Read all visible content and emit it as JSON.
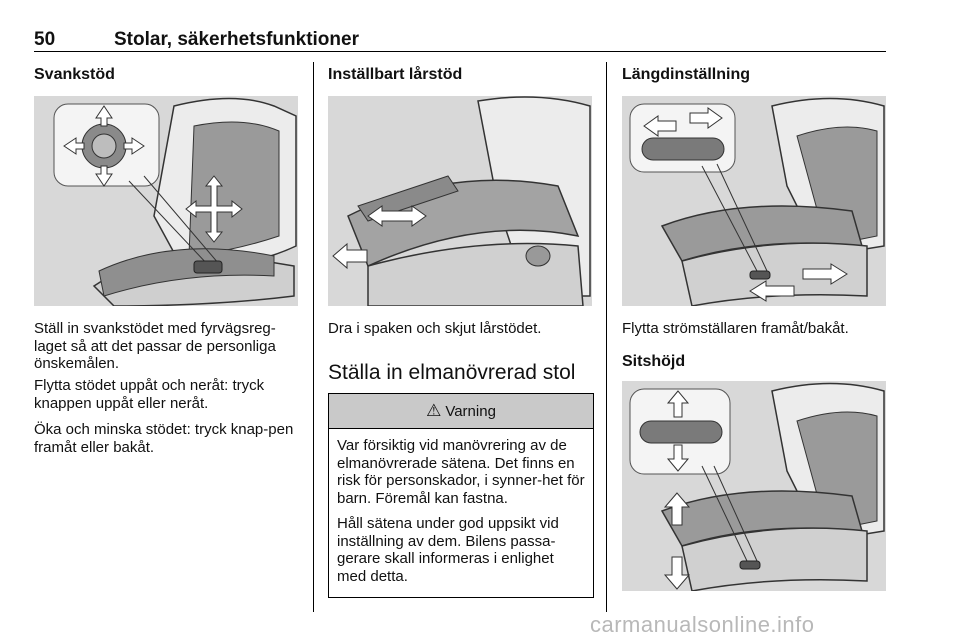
{
  "header": {
    "page_number": "50",
    "title": "Stolar, säkerhetsfunktioner"
  },
  "col1": {
    "heading": "Svankstöd",
    "figure_icon": "lumbar-support-seat-illustration",
    "paragraphs": [
      "Ställ in svankstödet med fyrvägsreg-laget så att det passar de personliga önskemålen.",
      "Flytta stödet uppåt och neråt: tryck knappen uppåt eller neråt.",
      "Öka och minska stödet: tryck knap-pen framåt eller bakåt."
    ]
  },
  "col2": {
    "heading": "Inställbart lårstöd",
    "figure_icon": "thigh-support-seat-illustration",
    "caption": "Dra i spaken och skjut lårstödet.",
    "section_title": "Ställa in elmanövrerad stol",
    "warning": {
      "icon": "warning-triangle-icon",
      "title": "Varning",
      "paragraphs": [
        "Var försiktig vid manövrering av de elmanövrerade sätena. Det finns en risk för personskador, i synner-het för barn. Föremål kan fastna.",
        "Håll sätena under god uppsikt vid inställning av dem. Bilens passa-gerare skall informeras i enlighet med detta."
      ]
    }
  },
  "col3": {
    "heading": "Längdinställning",
    "figure_icon": "seat-length-adjust-illustration",
    "caption": "Flytta strömställaren framåt/bakåt.",
    "heading2": "Sitshöjd",
    "figure2_icon": "seat-height-adjust-illustration"
  },
  "watermark": "carmanualsonline.info",
  "colors": {
    "figure_bg": "#d8d8d8",
    "warning_header_bg": "#c9c9c9"
  }
}
